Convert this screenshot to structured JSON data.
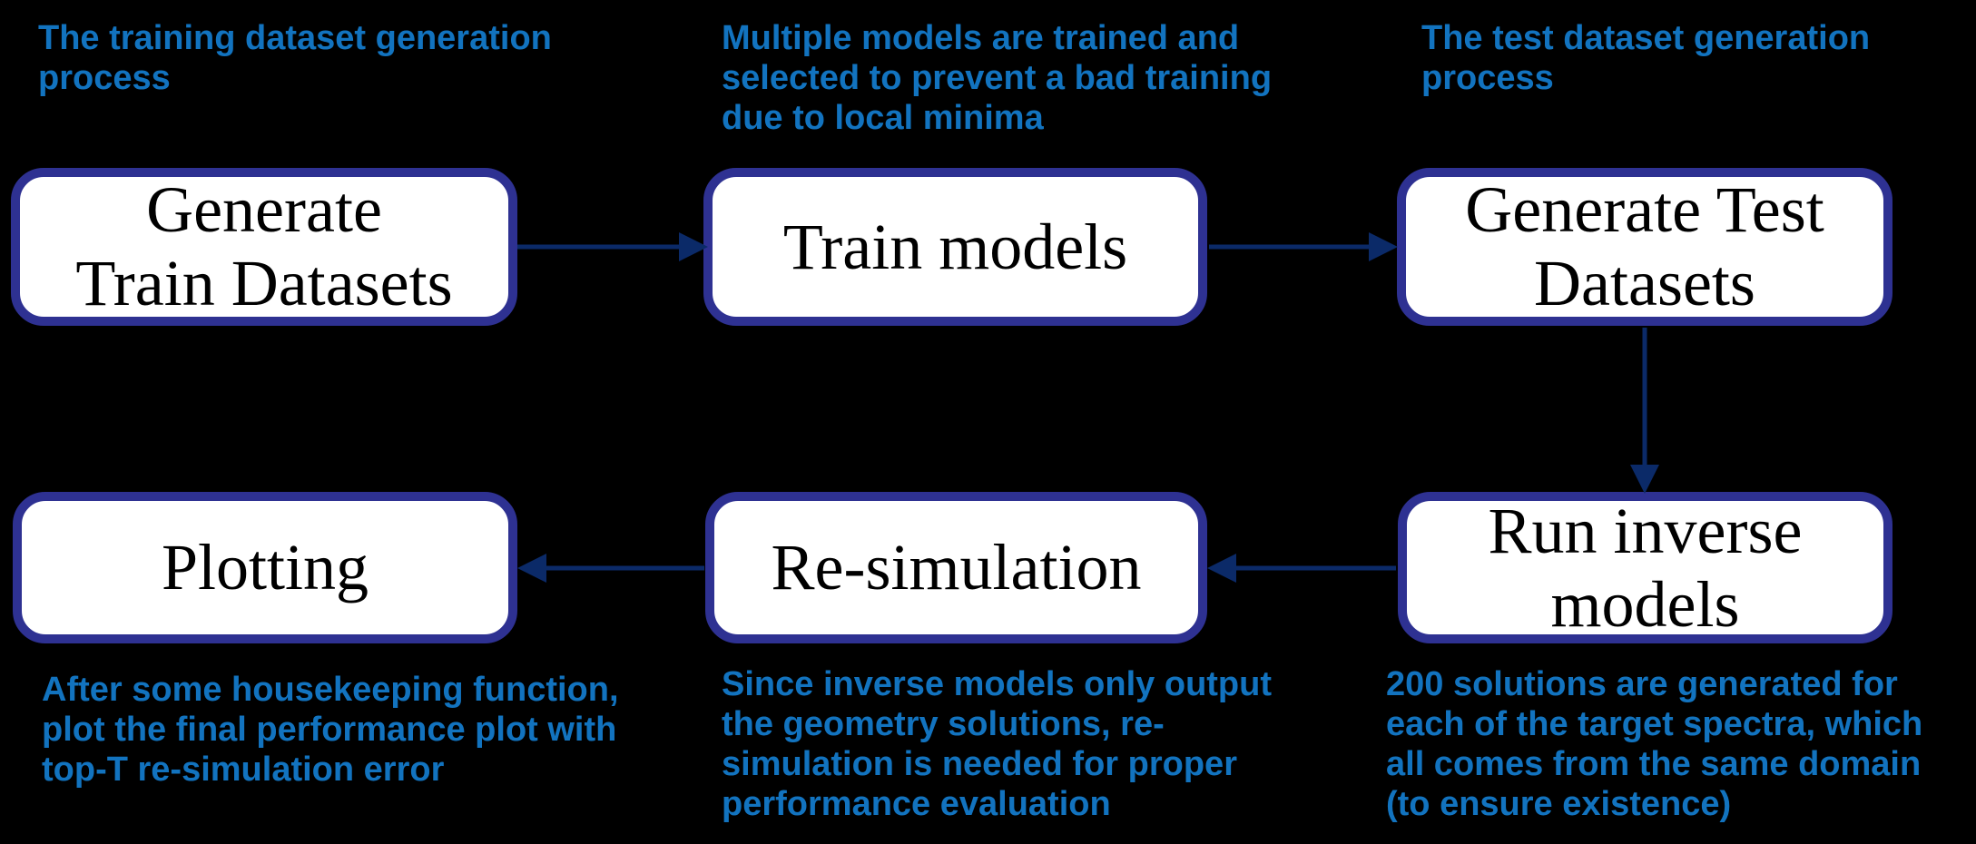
{
  "diagram": {
    "type": "flowchart",
    "background": "#000000"
  },
  "colors": {
    "background": "#000000",
    "box_fill": "#ffffff",
    "box_border": "#2e3192",
    "box_text": "#000000",
    "arrow": "#0b2a68",
    "annotation_text": "#1273bf"
  },
  "boxes": [
    {
      "id": "generate-train-datasets",
      "label": "Generate Train Datasets",
      "lines": [
        "Generate",
        "Train Datasets"
      ]
    },
    {
      "id": "train-models",
      "label": "Train models",
      "lines": [
        "Train models"
      ]
    },
    {
      "id": "generate-test-datasets",
      "label": "Generate Test Datasets",
      "lines": [
        "Generate Test",
        "Datasets"
      ]
    },
    {
      "id": "run-inverse-models",
      "label": "Run inverse models",
      "lines": [
        "Run inverse",
        "models"
      ]
    },
    {
      "id": "re-simulation",
      "label": "Re-simulation",
      "lines": [
        "Re-simulation"
      ]
    },
    {
      "id": "plotting",
      "label": "Plotting",
      "lines": [
        "Plotting"
      ]
    }
  ],
  "annotations": [
    {
      "id": "training-dataset-note",
      "text": "The training dataset generation\nprocess"
    },
    {
      "id": "train-models-note",
      "text": "Multiple models are trained and\nselected to prevent a bad training\ndue to local minima"
    },
    {
      "id": "test-dataset-note",
      "text": "The test dataset generation\nprocess"
    },
    {
      "id": "run-inverse-note",
      "text": "200 solutions are generated for\neach of the target spectra, which\nall comes from the same domain\n(to ensure existence)"
    },
    {
      "id": "re-simulation-note",
      "text": "Since inverse models only output\nthe geometry solutions, re-\nsimulation is needed for proper\nperformance evaluation"
    },
    {
      "id": "plotting-note",
      "text": "After some housekeeping function,\nplot the final performance plot with\ntop-T re-simulation error"
    }
  ],
  "arrows": [
    {
      "from": "generate-train-datasets",
      "to": "train-models"
    },
    {
      "from": "train-models",
      "to": "generate-test-datasets"
    },
    {
      "from": "generate-test-datasets",
      "to": "run-inverse-models"
    },
    {
      "from": "run-inverse-models",
      "to": "re-simulation"
    },
    {
      "from": "re-simulation",
      "to": "plotting"
    }
  ]
}
